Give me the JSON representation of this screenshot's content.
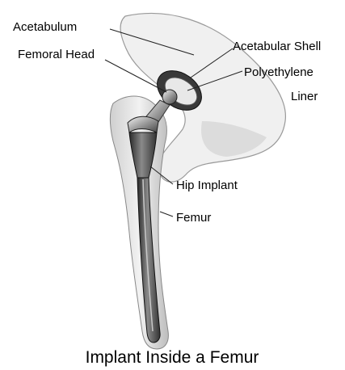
{
  "labels": {
    "acetabulum": "Acetabulum",
    "femoral_head": "Femoral Head",
    "acetabular_shell": "Acetabular Shell",
    "polyethylene_line1": "Polyethylene",
    "polyethylene_line2": "Liner",
    "hip_implant": "Hip Implant",
    "femur": "Femur"
  },
  "caption": "Implant Inside a Femur"
}
